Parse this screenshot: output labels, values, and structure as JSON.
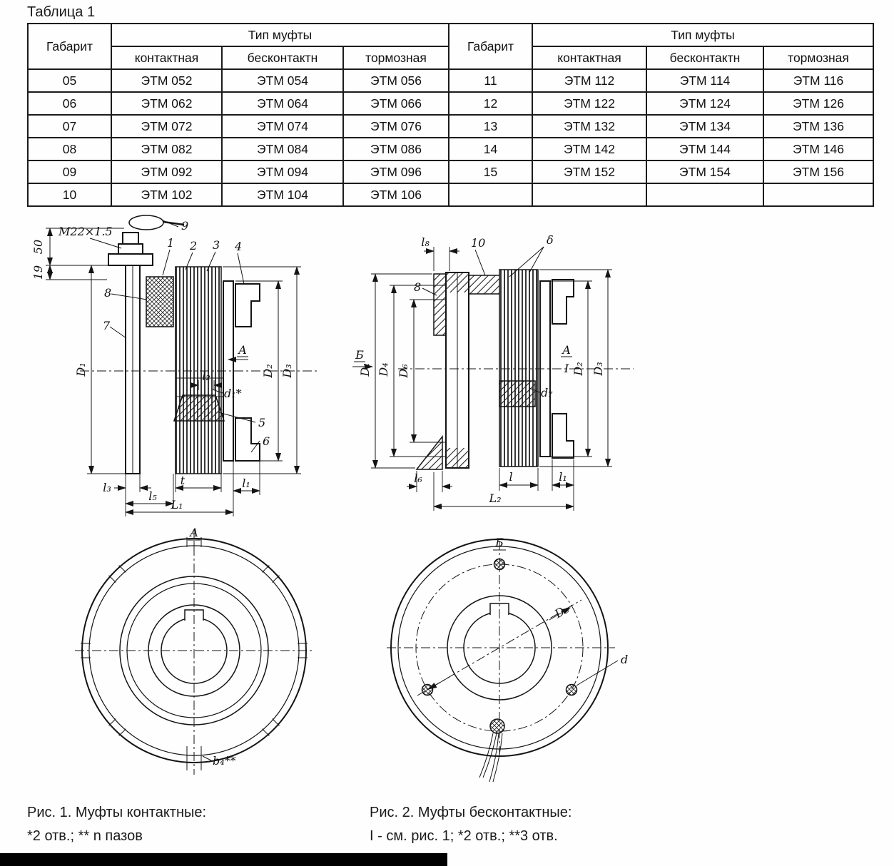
{
  "meta": {
    "title": "Таблица 1"
  },
  "table": {
    "gabarit_header": "Габарит",
    "type_header": "Тип муфты",
    "subheaders": [
      "контактная",
      "бесконтактн",
      "тормозная"
    ],
    "left_rows": [
      [
        "05",
        "ЭТМ 052",
        "ЭТМ 054",
        "ЭТМ 056"
      ],
      [
        "06",
        "ЭТМ 062",
        "ЭТМ 064",
        "ЭТМ 066"
      ],
      [
        "07",
        "ЭТМ 072",
        "ЭТМ 074",
        "ЭТМ 076"
      ],
      [
        "08",
        "ЭТМ 082",
        "ЭТМ 084",
        "ЭТМ 086"
      ],
      [
        "09",
        "ЭТМ 092",
        "ЭТМ 094",
        "ЭТМ 096"
      ],
      [
        "10",
        "ЭТМ 102",
        "ЭТМ 104",
        "ЭТМ 106"
      ]
    ],
    "right_rows": [
      [
        "11",
        "ЭТМ 112",
        "ЭТМ 114",
        "ЭТМ 116"
      ],
      [
        "12",
        "ЭТМ 122",
        "ЭТМ 124",
        "ЭТМ 126"
      ],
      [
        "13",
        "ЭТМ 132",
        "ЭТМ 134",
        "ЭТМ 136"
      ],
      [
        "14",
        "ЭТМ 142",
        "ЭТМ 144",
        "ЭТМ 146"
      ],
      [
        "15",
        "ЭТМ 152",
        "ЭТМ 154",
        "ЭТМ 156"
      ],
      [
        "",
        "",
        "",
        ""
      ]
    ]
  },
  "fig1": {
    "labels": {
      "thread": "М22×1.5",
      "dim50": "50",
      "dim19": "19",
      "p1": "1",
      "p2": "2",
      "p3": "3",
      "p4": "4",
      "p5": "5",
      "p6": "6",
      "p7": "7",
      "p8": "8",
      "p9": "9",
      "secA": "А",
      "D1": "D₁",
      "D2": "D₂",
      "D3": "D₃",
      "l2": "l₂",
      "d1": "d₁*",
      "l3": "l₃",
      "l5": "l₅",
      "t": "t",
      "l1": "l₁",
      "L1": "L₁"
    }
  },
  "fig2": {
    "labels": {
      "l8": "l₈",
      "p10": "10",
      "delta": "δ",
      "p8": "8",
      "secB": "Б",
      "secA": "А",
      "roman1": "I",
      "D1": "D₁",
      "D4": "D₄",
      "D6": "D₆",
      "d7": "d₇",
      "D2": "D₂",
      "D3": "D₃",
      "l6": "l₆",
      "l": "l",
      "l1": "l₁",
      "L2": "L₂"
    }
  },
  "viewA": {
    "labels": {
      "title": "А",
      "b4": "b₄**"
    }
  },
  "viewB": {
    "labels": {
      "title": "Б",
      "D5": "D₅",
      "d": "d"
    }
  },
  "captions": {
    "fig1_title": "Рис. 1. Муфты контактные:",
    "fig1_note": "*2 отв.; ** n пазов",
    "fig2_title": "Рис. 2. Муфты бесконтактные:",
    "fig2_note": "I - см. рис. 1; *2 отв.; **3 отв."
  }
}
